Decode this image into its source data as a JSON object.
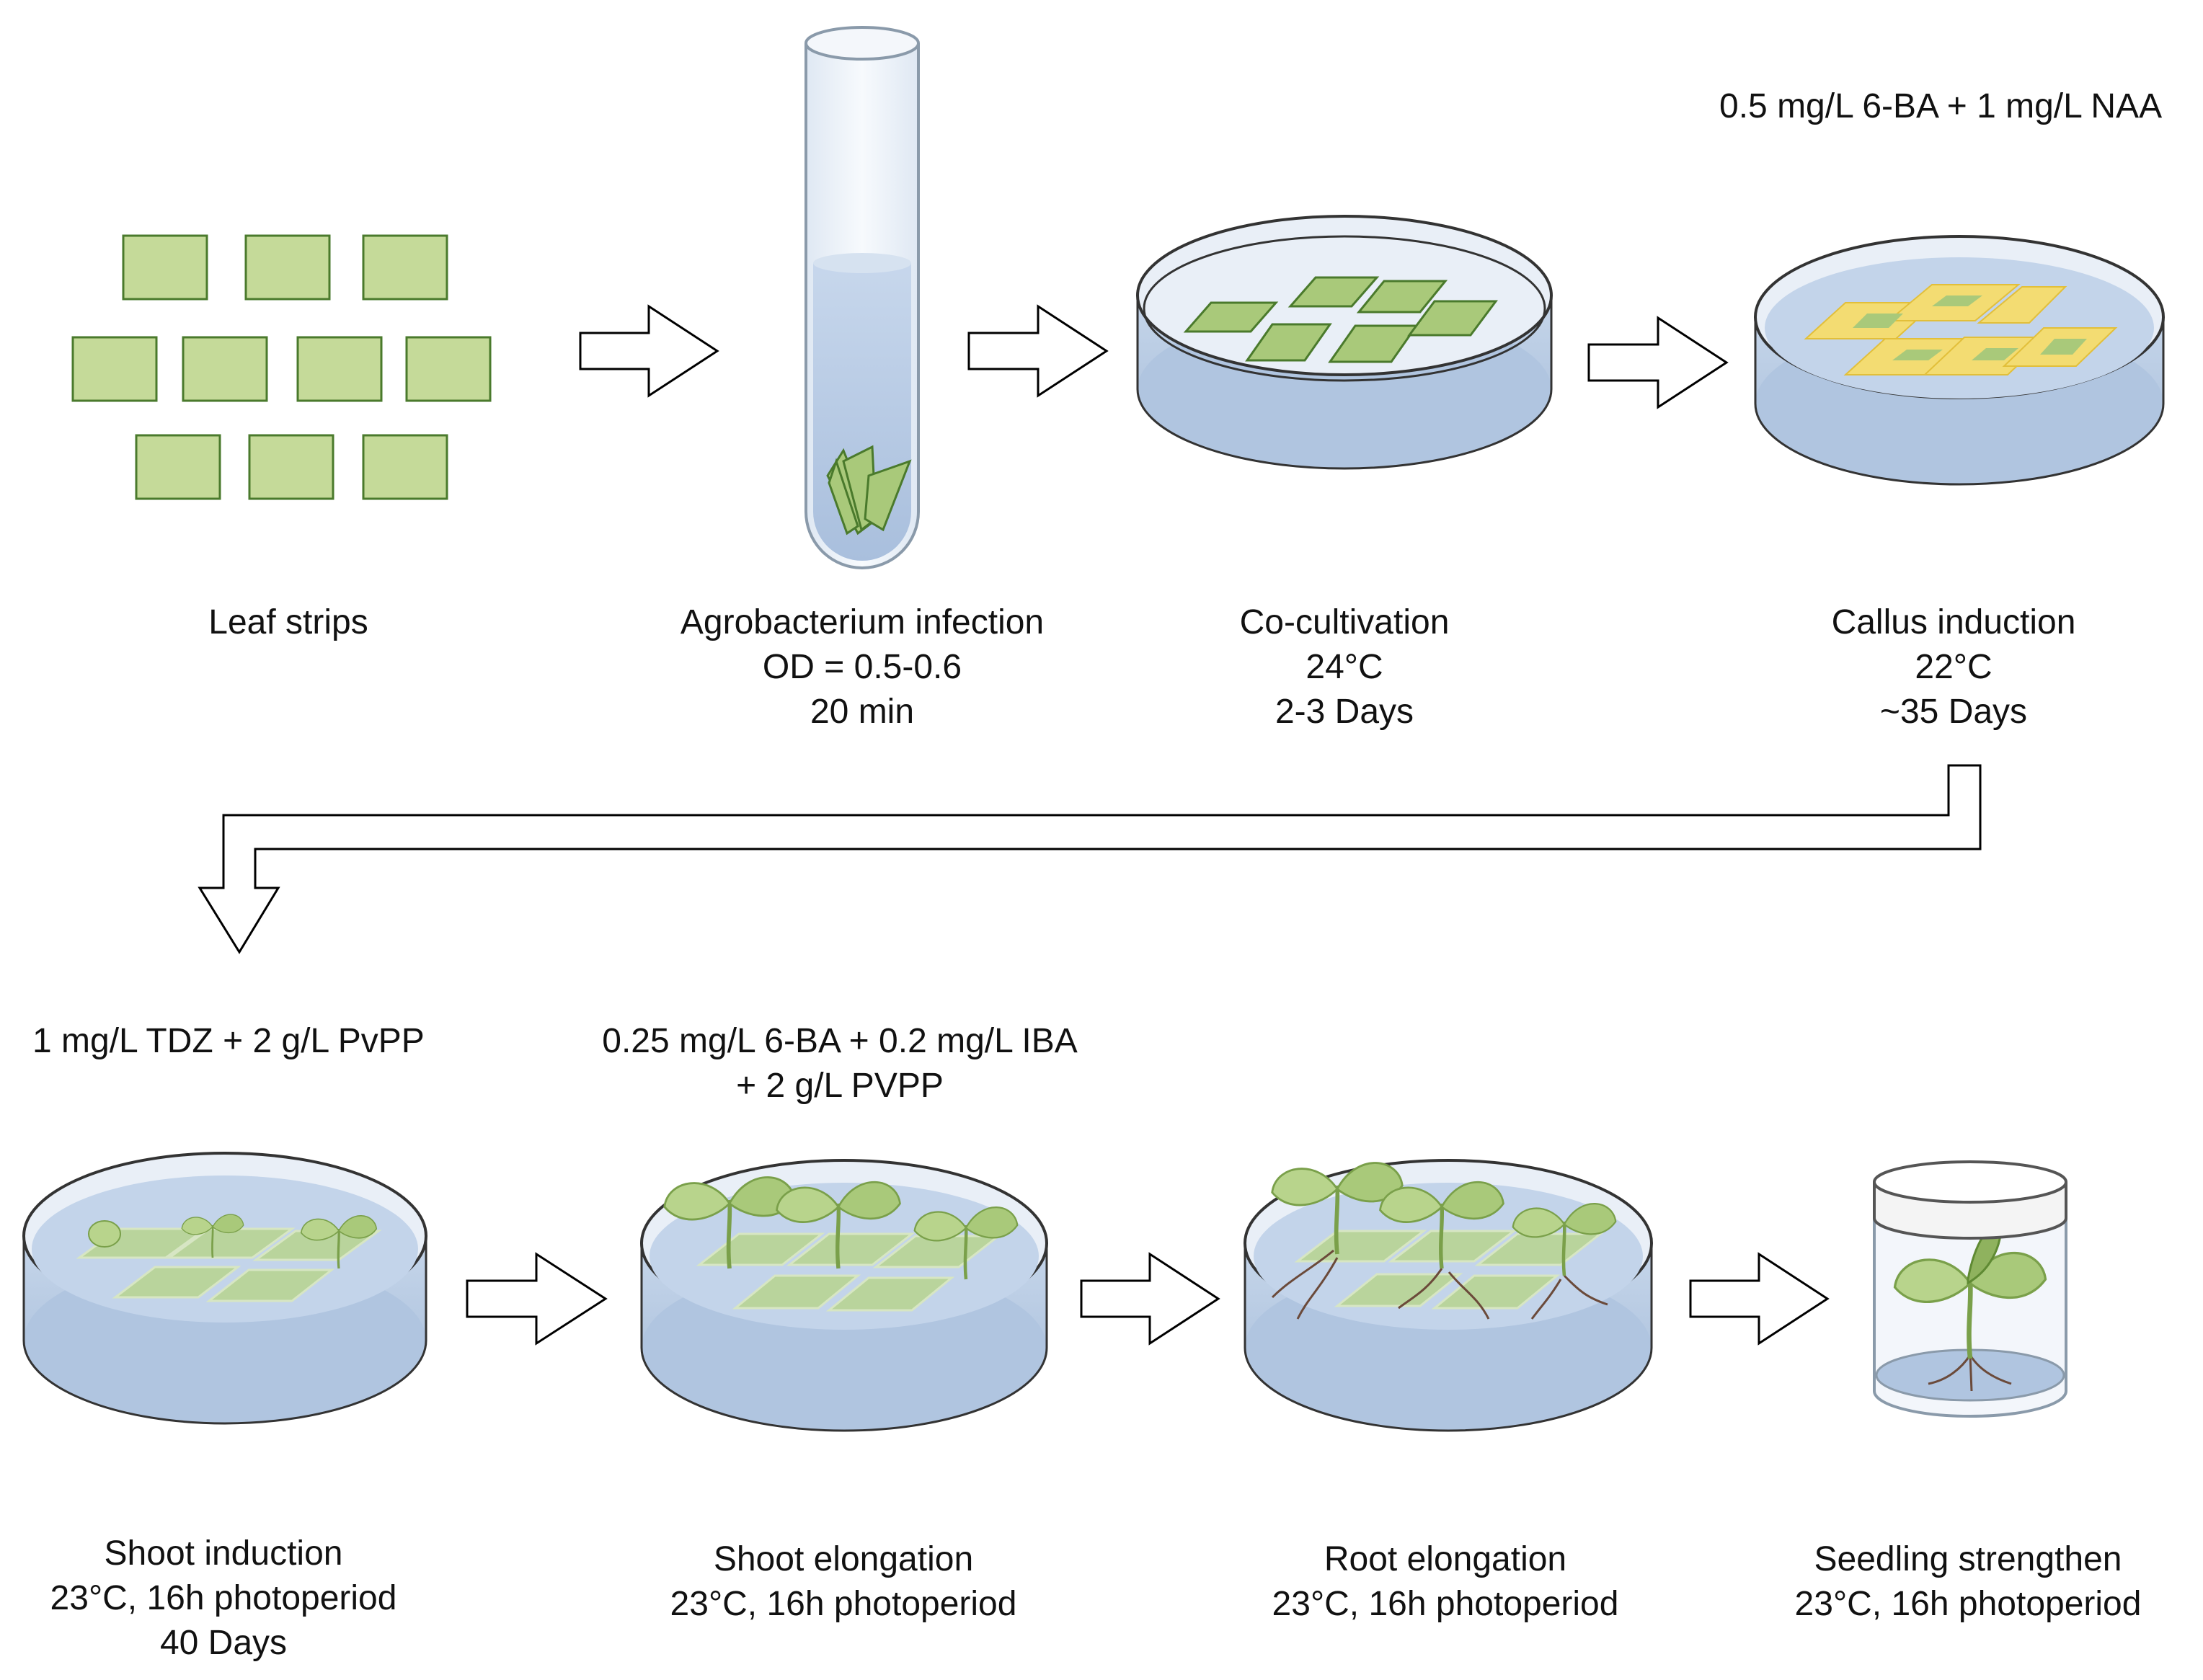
{
  "colors": {
    "leaf_fill": "#c5da99",
    "leaf_stroke": "#4a7a2c",
    "medium_blue": "#b4c8e2",
    "callus_yellow": "#f3dc72",
    "arrow_stroke": "#000000"
  },
  "top_medium": "0.5 mg/L 6-BA + 1 mg/L NAA",
  "steps_top": [
    {
      "id": "leaf",
      "lines": [
        "Leaf strips"
      ]
    },
    {
      "id": "infection",
      "lines": [
        "Agrobacterium infection",
        "OD = 0.5-0.6",
        "20 min"
      ]
    },
    {
      "id": "cocult",
      "lines": [
        "Co-cultivation",
        "24°C",
        "2-3 Days"
      ]
    },
    {
      "id": "callus",
      "lines": [
        "Callus induction",
        "22°C",
        "~35 Days"
      ]
    }
  ],
  "medium_shoot_induction": "1 mg/L TDZ + 2 g/L PvPP",
  "medium_shoot_elongation": [
    "0.25 mg/L 6-BA + 0.2 mg/L IBA",
    "+ 2 g/L PVPP"
  ],
  "steps_bottom": [
    {
      "id": "shoot_ind",
      "lines": [
        "Shoot induction",
        "23°C, 16h photoperiod",
        "40 Days"
      ]
    },
    {
      "id": "shoot_elong",
      "lines": [
        "Shoot elongation",
        "23°C, 16h photoperiod"
      ]
    },
    {
      "id": "root_elong",
      "lines": [
        "Root elongation",
        "23°C, 16h photoperiod"
      ]
    },
    {
      "id": "seedling",
      "lines": [
        "Seedling strengthen",
        "23°C, 16h photoperiod"
      ]
    }
  ]
}
